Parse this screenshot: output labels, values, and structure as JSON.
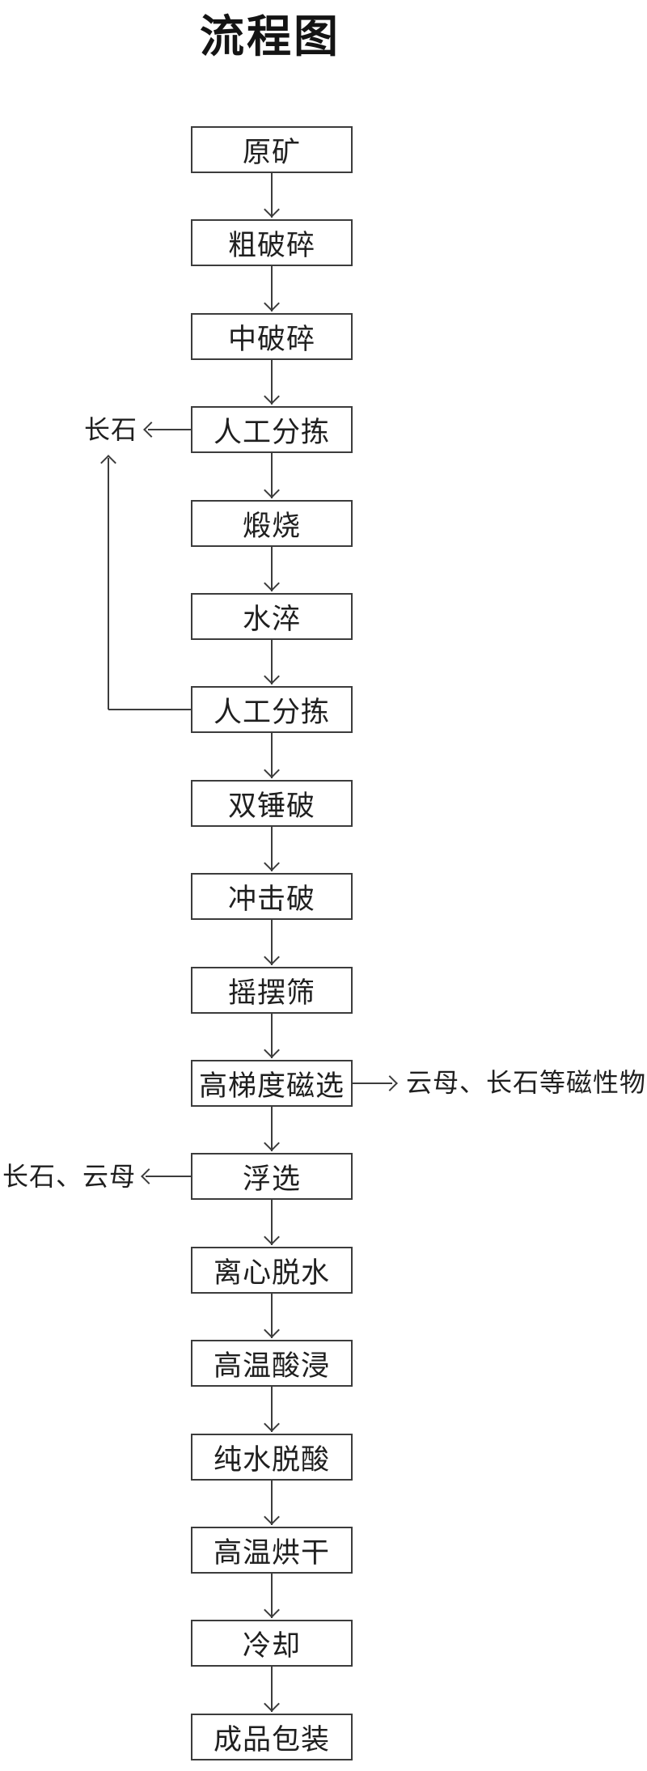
{
  "title": "流程图",
  "colors": {
    "background": "#ffffff",
    "line": "#3c3c3c",
    "box_border": "#3c3c3c",
    "text": "#1f1f1f"
  },
  "flow": {
    "nodes": [
      {
        "label": "原矿"
      },
      {
        "label": "粗破碎"
      },
      {
        "label": "中破碎"
      },
      {
        "label": "人工分拣"
      },
      {
        "label": "煅烧"
      },
      {
        "label": "水淬"
      },
      {
        "label": "人工分拣"
      },
      {
        "label": "双锤破"
      },
      {
        "label": "冲击破"
      },
      {
        "label": "摇摆筛"
      },
      {
        "label": "高梯度磁选"
      },
      {
        "label": "浮选"
      },
      {
        "label": "离心脱水"
      },
      {
        "label": "高温酸浸"
      },
      {
        "label": "纯水脱酸"
      },
      {
        "label": "高温烘干"
      },
      {
        "label": "冷却"
      },
      {
        "label": "成品包装"
      }
    ],
    "branches": [
      {
        "type": "output-left",
        "from_node": "人工分拣",
        "from_index": 3,
        "label": "长石"
      },
      {
        "type": "recycle-up",
        "from_node": "人工分拣",
        "from_index": 6,
        "to_label": "长石"
      },
      {
        "type": "output-right",
        "from_node": "高梯度磁选",
        "from_index": 10,
        "label": "云母、长石等磁性物"
      },
      {
        "type": "output-left",
        "from_node": "浮选",
        "from_index": 11,
        "label": "长石、云母"
      }
    ]
  }
}
